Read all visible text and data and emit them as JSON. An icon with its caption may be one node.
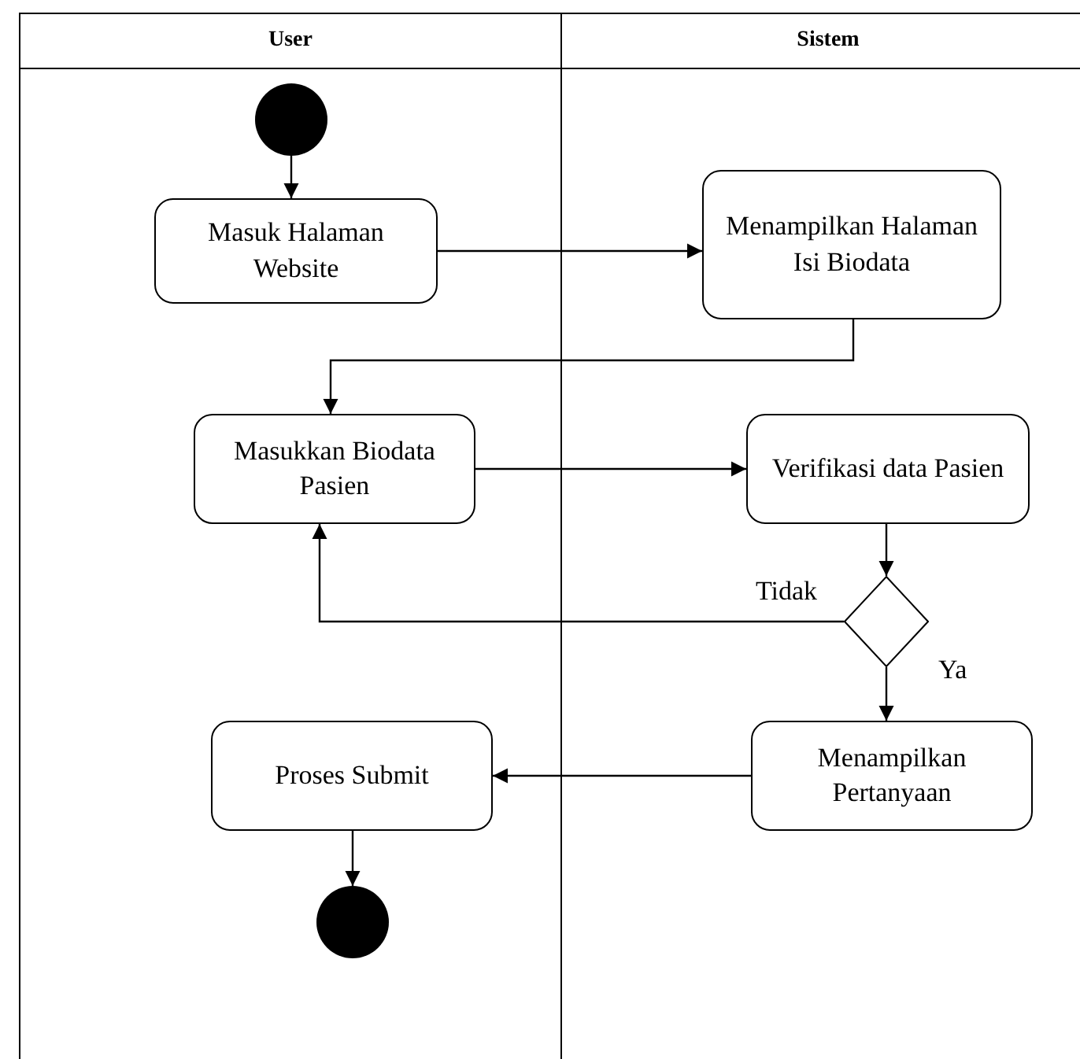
{
  "diagram": {
    "nodes": [
      {
        "text": [
          "User"
        ]
      },
      {
        "text": [
          "Sistem"
        ]
      },
      {
        "text": [],
        "shape": "circle",
        "in": 0
      },
      {
        "text": [
          "Masuk Halaman Website"
        ],
        "in": 0
      },
      {
        "text": [
          "Menampilkan Halaman Isi Biodata"
        ],
        "in": 1
      },
      {
        "text": [
          "Masukkan Biodata Pasien"
        ],
        "in": 0
      },
      {
        "text": [
          "Verifikasi data Pasien"
        ],
        "in": 1
      },
      {
        "text": [],
        "shape": "diamond",
        "in": 1
      },
      {
        "text": [
          "Menampilkan Pertanyaan"
        ],
        "in": 1
      },
      {
        "text": [
          "Proses Submit"
        ],
        "in": 0
      },
      {
        "text": [],
        "shape": "circle",
        "in": 0
      }
    ],
    "edges": [
      {
        "from": 2,
        "to": 3,
        "arrow": "to"
      },
      {
        "from": 3,
        "to": 4,
        "arrow": "to"
      },
      {
        "from": 4,
        "to": 5,
        "arrow": "to"
      },
      {
        "from": 5,
        "to": 6,
        "arrow": "to"
      },
      {
        "from": 6,
        "to": 7,
        "arrow": "to"
      },
      {
        "from": 7,
        "to": 5,
        "arrow": "to",
        "label": "Tidak"
      },
      {
        "from": 7,
        "to": 8,
        "arrow": "to",
        "label": "Ya"
      },
      {
        "from": 8,
        "to": 9,
        "arrow": "to"
      },
      {
        "from": 9,
        "to": 10,
        "arrow": "to"
      }
    ]
  }
}
